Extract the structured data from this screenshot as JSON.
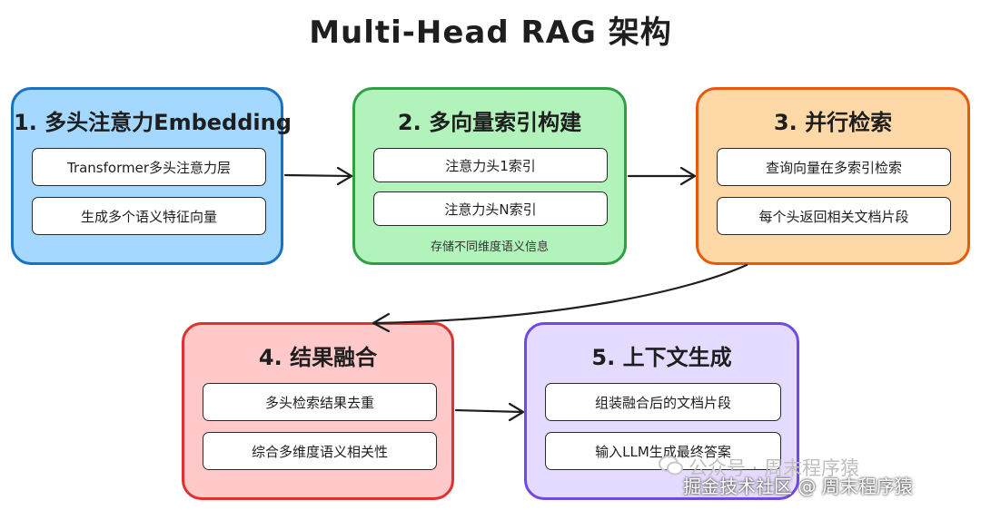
{
  "title": "Multi-Head RAG 架构",
  "boxes": [
    {
      "title": "1. 多头注意力Embedding",
      "items": [
        "Transformer多头注意力层",
        "生成多个语义特征向量"
      ],
      "fill": "#a5d8ff",
      "stroke": "#1971c2"
    },
    {
      "title": "2. 多向量索引构建",
      "items": [
        "注意力头1索引",
        "注意力头N索引"
      ],
      "note": "存储不同维度语义信息",
      "fill": "#b2f2bb",
      "stroke": "#2f9e44"
    },
    {
      "title": "3. 并行检索",
      "items": [
        "查询向量在多索引检索",
        "每个头返回相关文档片段"
      ],
      "fill": "#ffd8a8",
      "stroke": "#e8590c"
    },
    {
      "title": "4. 结果融合",
      "items": [
        "多头检索结果去重",
        "综合多维度语义相关性"
      ],
      "fill": "#ffc9c9",
      "stroke": "#e03131"
    },
    {
      "title": "5. 上下文生成",
      "items": [
        "组装融合后的文档片段",
        "输入LLM生成最终答案"
      ],
      "fill": "#e5dbff",
      "stroke": "#7048e8"
    }
  ],
  "watermark": {
    "line1": "公众号 · 周末程序猿",
    "line2": "掘金技术社区 @ 周末程序猿"
  }
}
